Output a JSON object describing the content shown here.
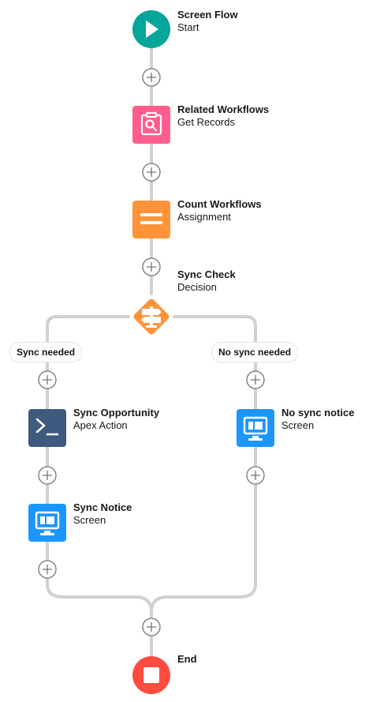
{
  "flow": {
    "start": {
      "title": "Screen Flow",
      "subtitle": "Start",
      "color": "#06a59a",
      "icon": "play-icon"
    },
    "get_records": {
      "title": "Related Workflows",
      "subtitle": "Get Records",
      "color": "#ff5d8e",
      "icon": "clipboard-search-icon"
    },
    "assignment": {
      "title": "Count Workflows",
      "subtitle": "Assignment",
      "color": "#fe9339",
      "icon": "equals-icon"
    },
    "decision": {
      "title": "Sync Check",
      "subtitle": "Decision",
      "color": "#fe9339",
      "icon": "signpost-icon"
    },
    "left_branch": {
      "label": "Sync needed"
    },
    "right_branch": {
      "label": "No sync needed"
    },
    "apex_action": {
      "title": "Sync Opportunity",
      "subtitle": "Apex Action",
      "color": "#3e5a7f",
      "icon": "terminal-icon"
    },
    "screen_left": {
      "title": "Sync Notice",
      "subtitle": "Screen",
      "color": "#1b96ff",
      "icon": "screen-icon"
    },
    "screen_right": {
      "title": "No sync notice",
      "subtitle": "Screen",
      "color": "#1b96ff",
      "icon": "screen-icon"
    },
    "end": {
      "title": "End",
      "color": "#ff4c3f",
      "icon": "stop-icon"
    }
  },
  "colors": {
    "connector": "#c9c9c9",
    "add_button_border": "#747474"
  }
}
